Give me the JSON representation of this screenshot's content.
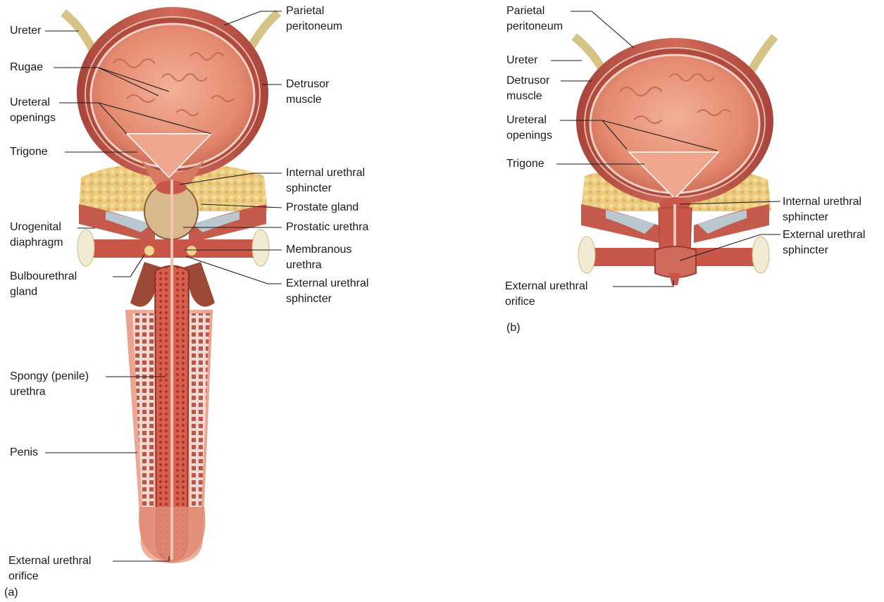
{
  "panel_a": {
    "caption": "(a)",
    "labels": {
      "ureter": "Ureter",
      "rugae": "Rugae",
      "ureteral_openings": [
        "Ureteral",
        "openings"
      ],
      "trigone": "Trigone",
      "urogenital_diaphragm": [
        "Urogenital",
        "diaphragm"
      ],
      "bulbourethral_gland": [
        "Bulbourethral",
        "gland"
      ],
      "spongy_urethra": [
        "Spongy (penile)",
        "urethra"
      ],
      "penis": "Penis",
      "external_urethral_orifice": [
        "External urethral",
        "orifice"
      ],
      "parietal_peritoneum": [
        "Parietal",
        "peritoneum"
      ],
      "detrusor_muscle": [
        "Detrusor",
        "muscle"
      ],
      "internal_urethral_sphincter": [
        "Internal urethral",
        "sphincter"
      ],
      "prostate_gland": "Prostate gland",
      "prostatic_urethra": "Prostatic urethra",
      "membranous_urethra": [
        "Membranous",
        "urethra"
      ],
      "external_urethral_sphincter": [
        "External urethral",
        "sphincter"
      ]
    }
  },
  "panel_b": {
    "caption": "(b)",
    "labels": {
      "parietal_peritoneum": [
        "Parietal",
        "peritoneum"
      ],
      "ureter": "Ureter",
      "detrusor_muscle": [
        "Detrusor",
        "muscle"
      ],
      "ureteral_openings": [
        "Ureteral",
        "openings"
      ],
      "trigone": "Trigone",
      "external_urethral_orifice": [
        "External urethral",
        "orifice"
      ],
      "internal_urethral_sphincter": [
        "Internal urethral",
        "sphincter"
      ],
      "external_urethral_sphincter": [
        "External urethral",
        "sphincter"
      ]
    }
  },
  "colors": {
    "muscle": "#c8574a",
    "muscle_dark": "#9c3b31",
    "lumen": "#e48a70",
    "lumen_light": "#f0a98e",
    "fat": "#e8c77a",
    "ureter": "#d6c487",
    "bone": "#f2ead2",
    "prostate": "#d9b88c",
    "ligament": "#b9c7cf",
    "leader": "#1a1a1a"
  }
}
